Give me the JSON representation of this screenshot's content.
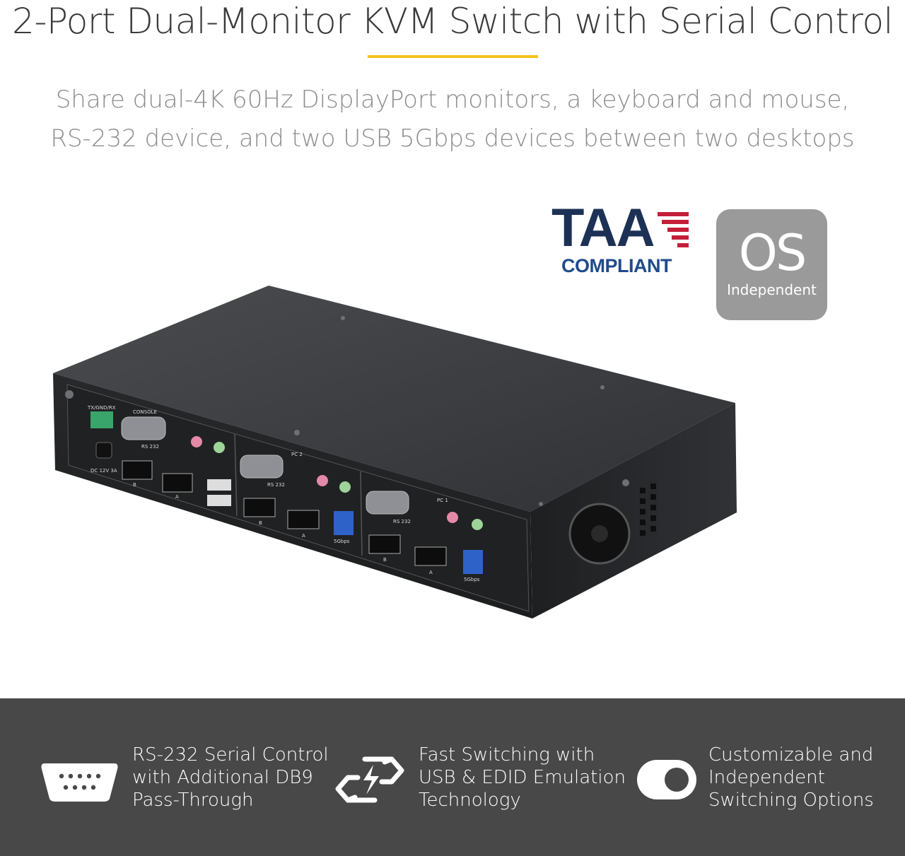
{
  "header": {
    "title": "2-Port Dual-Monitor KVM Switch with Serial Control",
    "subtitle_line1": "Share dual-4K 60Hz DisplayPort monitors, a keyboard and mouse,",
    "subtitle_line2": "RS-232 device, and two USB 5Gbps devices between two desktops"
  },
  "badges": {
    "taa_main": "TAA",
    "taa_sub": "COMPLIANT",
    "os_main": "OS",
    "os_sub": "Independent"
  },
  "device_labels": {
    "console_serial_header": "TX/GND/RX",
    "console": "CONSOLE",
    "rs232": "RS 232",
    "pc1": "PC 1",
    "pc2": "PC 2",
    "dc_power": "DC 12V 3A",
    "port_a": "A",
    "port_b": "B",
    "usb_speed": "5Gbps"
  },
  "features": [
    {
      "icon": "db9-serial-icon",
      "line1": "RS-232 Serial Control",
      "line2": "with Additional DB9",
      "line3": "Pass-Through"
    },
    {
      "icon": "fast-switch-icon",
      "line1": "Fast Switching with",
      "line2": "USB & EDID Emulation",
      "line3": "Technology"
    },
    {
      "icon": "toggle-switch-icon",
      "line1": "Customizable and",
      "line2": "Independent",
      "line3": "Switching Options"
    }
  ],
  "colors": {
    "accent_gold": "#f2c31b",
    "title_text": "#3a3a3a",
    "subtitle_text": "#8d8d8d",
    "taa_navy": "#1d3156",
    "taa_blue": "#1f4b8c",
    "flag_red": "#c41e3a",
    "os_badge_gray": "#9a9a9a",
    "band_dark": "#484848",
    "device_body": "#2e2f31"
  }
}
